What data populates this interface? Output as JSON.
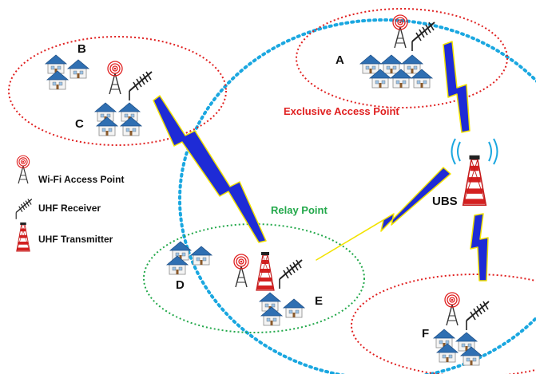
{
  "nodes": {
    "A": "A",
    "B": "B",
    "C": "C",
    "D": "D",
    "E": "E",
    "F": "F",
    "UBS": "UBS"
  },
  "annotations": {
    "exclusive_access_point": "Exclusive Access Point",
    "relay_point": "Relay Point"
  },
  "legend": {
    "wifi": "Wi-Fi Access Point",
    "uhf_receiver": "UHF Receiver",
    "uhf_transmitter": "UHF Transmitter"
  },
  "colors": {
    "exclusive_ring": "#e02020",
    "relay_ring": "#22a84a",
    "ubs_coverage": "#1aa7e0",
    "link_bolt": "#1e2bd6",
    "link_edge": "#f2e200",
    "house_roof": "#2f6fb2",
    "tower_red": "#d42020",
    "antenna": "#222222"
  },
  "icons": [
    "wifi-access-point-icon",
    "uhf-receiver-icon",
    "uhf-transmitter-icon",
    "house-icon"
  ]
}
